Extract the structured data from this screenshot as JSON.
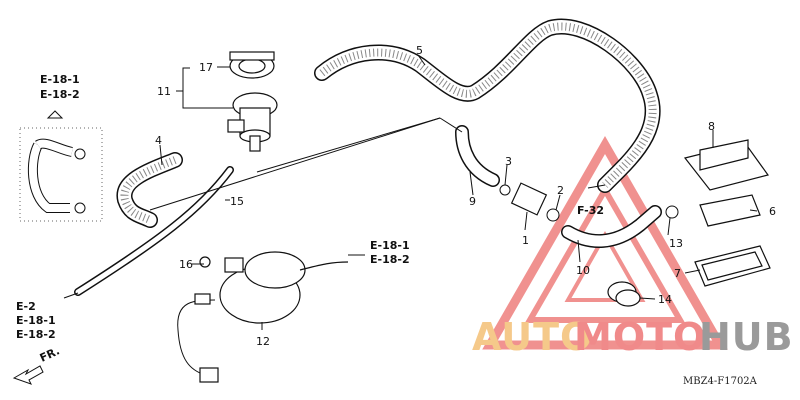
{
  "diagram": {
    "code": "MBZ4-F1702A",
    "part_labels": {
      "p1": "1",
      "p2": "2",
      "p3": "3",
      "p4": "4",
      "p5": "5",
      "p6": "6",
      "p7": "7",
      "p8": "8",
      "p9": "9",
      "p10": "10",
      "p11": "11",
      "p12": "12",
      "p13": "13",
      "p14": "14",
      "p15": "15",
      "p16": "16",
      "p17": "17"
    },
    "refs": {
      "top_left_a": "E-18-1",
      "top_left_b": "E-18-2",
      "mid_a": "E-18-1",
      "mid_b": "E-18-2",
      "bl_a": "E-2",
      "bl_b": "E-18-1",
      "bl_c": "E-18-2",
      "f32": "F-32",
      "fr": "FR."
    }
  },
  "watermark": {
    "auto": "AUTO",
    "moto": "MOTO",
    "hub": "HUB",
    "color_auto": "#f5c98a",
    "color_moto": "#f08a8a",
    "color_hub": "#9a9a9a",
    "triangle_color": "#e53935"
  }
}
